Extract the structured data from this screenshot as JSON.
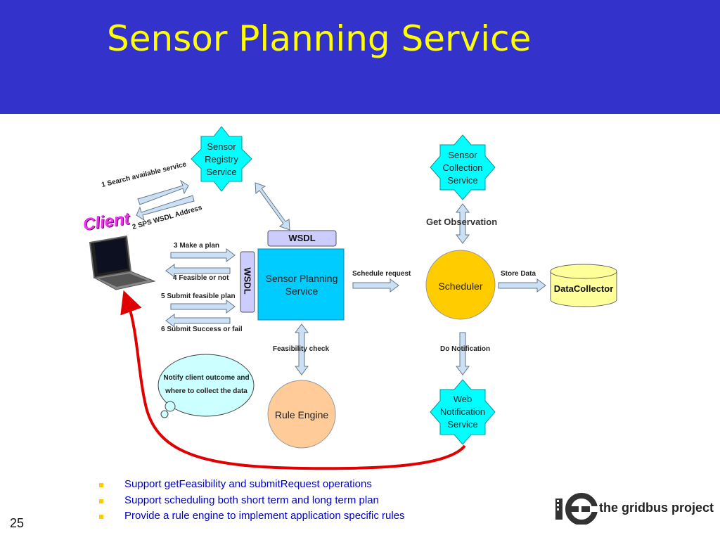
{
  "slide": {
    "title": "Sensor Planning Service",
    "page_number": "25"
  },
  "diagram": {
    "client_label": "Client",
    "nodes": {
      "sensor_registry": "Sensor Registry Service",
      "sensor_collection": "Sensor Collection Service",
      "wsdl_top": "WSDL",
      "wsdl_side": "WSDL",
      "sps": "Sensor Planning Service",
      "scheduler": "Scheduler",
      "datacollector": "DataCollector",
      "rule_engine": "Rule Engine",
      "web_notification": "Web Notification Service",
      "notify_cloud": "Notify client outcome and where to collect the data"
    },
    "edges": {
      "search": "1 Search available service",
      "wsdl_address": "2 SPS WSDL Address",
      "make_plan": "3 Make a plan",
      "feasible": "4 Feasible or not",
      "submit": "5 Submit feasible plan",
      "success": "6 Submit Success or fail",
      "get_observation": "Get Observation",
      "schedule_request": "Schedule request",
      "store_data": "Store Data",
      "feasibility_check": "Feasibility check",
      "do_notification": "Do Notification"
    }
  },
  "bullets": [
    "Support getFeasibility and submitRequest operations",
    "Support scheduling both short term and long term plan",
    "Provide a rule engine to implement application specific rules"
  ],
  "logo": {
    "text": "the gridbus project"
  },
  "colors": {
    "header_bg": "#3333cc",
    "title": "#ffff00",
    "star_fill": "#00ffff",
    "sps_fill": "#00ccff",
    "scheduler_fill": "#ffcc00",
    "rule_engine_fill": "#ffcc99",
    "datacollector_fill": "#ffff99",
    "cloud_fill": "#ccffff",
    "wsdl_fill": "#ccccff",
    "arrow_fill": "#cce0f5",
    "red_arrow": "#e00000",
    "bullet_text": "#0000cc",
    "bullet_marker": "#ffcc00"
  }
}
